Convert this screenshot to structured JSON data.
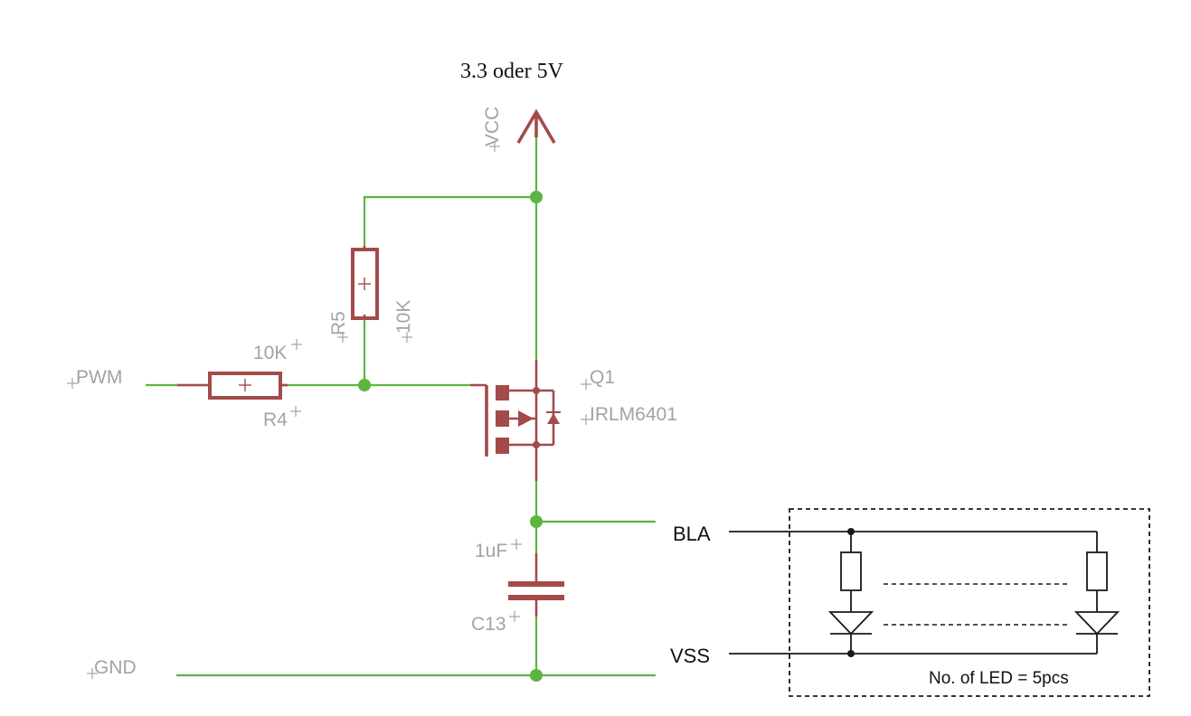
{
  "supply_note": "3.3 oder 5V",
  "labels": {
    "vcc": "VCC",
    "pwm": "PWM",
    "gnd": "GND",
    "r4_name": "R4",
    "r4_value": "10K",
    "r5_name": "R5",
    "r5_value": "10K",
    "q1_name": "Q1",
    "q1_part": "IRLM6401",
    "c13_name": "C13",
    "c13_value": "1uF"
  },
  "led_module": {
    "bla": "BLA",
    "vss": "VSS",
    "note": "No. of LED = 5pcs"
  },
  "colors": {
    "wire": "#5bb540",
    "component": "#a34a4a",
    "label": "#a3a3a3",
    "module": "#1a1a1a"
  }
}
